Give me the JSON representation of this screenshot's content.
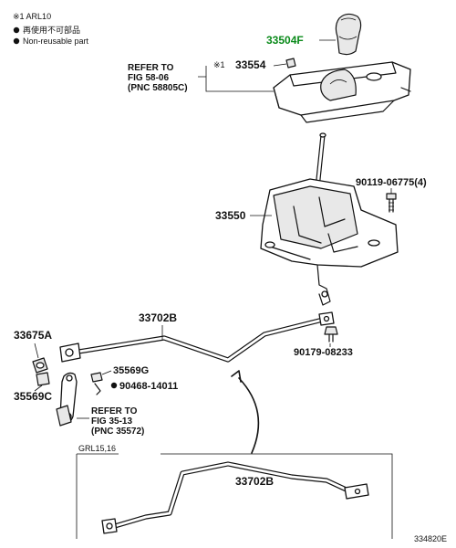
{
  "legend": {
    "note": "※1 ARL10",
    "reusable": "再使用不可部品",
    "non_reusable": "Non-reusable part"
  },
  "parts": {
    "knob": "33504F",
    "p33554": "33554",
    "p33554_mark": "※1",
    "ref1_line1": "REFER TO",
    "ref1_line2": "FIG 58-06",
    "ref1_line3": "(PNC 58805C)",
    "p90119": "90119-06775(4)",
    "p33550": "33550",
    "p33702b_top": "33702B",
    "p33675a": "33675A",
    "p90179": "90179-08233",
    "p35569g": "35569G",
    "p90468": "90468-14011",
    "p35569c": "35569C",
    "ref2_line1": "REFER TO",
    "ref2_line2": "FIG 35-13",
    "ref2_line3": "(PNC 35572)",
    "grl": "GRL15,16",
    "p33702b_bottom": "33702B",
    "diagram_id": "334820E"
  }
}
